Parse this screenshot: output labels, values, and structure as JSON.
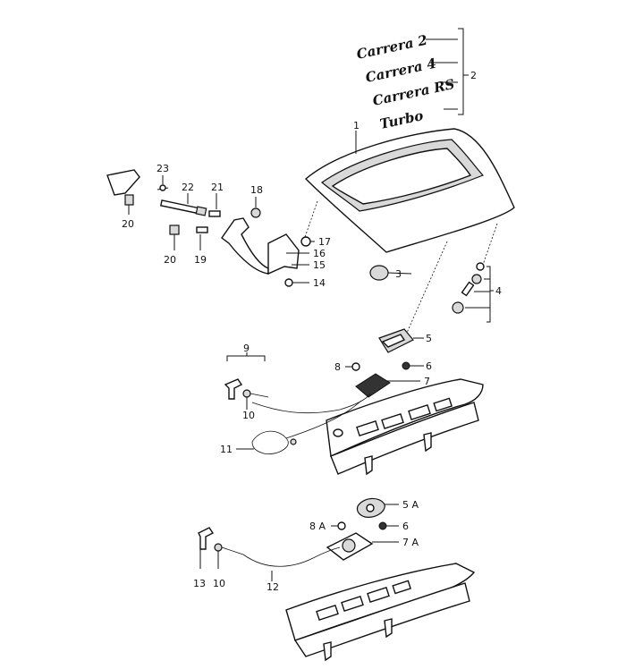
{
  "badges": [
    "Carrera 2",
    "Carrera 4",
    "Carrera RS",
    "Turbo"
  ],
  "callouts": {
    "c1": "1",
    "c2": "2",
    "c3": "3",
    "c4": "4",
    "c5": "5",
    "c6": "6",
    "c7": "7",
    "c8": "8",
    "c9": "9",
    "c10": "10",
    "c11": "11",
    "c12": "12",
    "c13": "13",
    "c10b": "10",
    "c14": "14",
    "c15": "15",
    "c16": "16",
    "c17": "17",
    "c18": "18",
    "c19": "19",
    "c20a": "20",
    "c20b": "20",
    "c21": "21",
    "c22": "22",
    "c23": "23",
    "c5a": "5 A",
    "c6b": "6",
    "c7a": "7 A",
    "c8a": "8 A"
  }
}
